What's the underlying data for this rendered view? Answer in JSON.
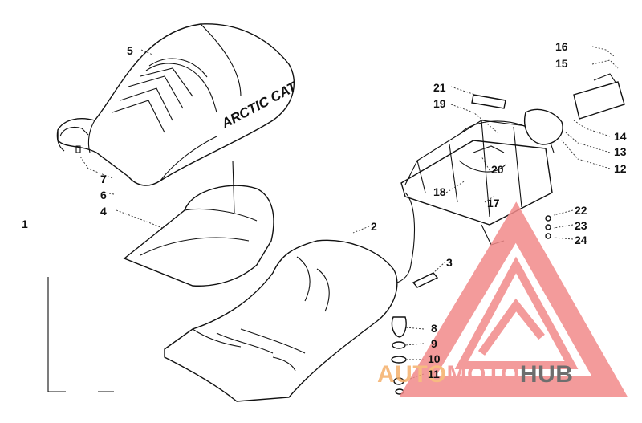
{
  "diagram": {
    "seat_logo": "ARCTIC CAT",
    "callouts": [
      {
        "id": "c1",
        "text": "1"
      },
      {
        "id": "c2",
        "text": "2"
      },
      {
        "id": "c3",
        "text": "3"
      },
      {
        "id": "c4",
        "text": "4"
      },
      {
        "id": "c5",
        "text": "5"
      },
      {
        "id": "c6",
        "text": "6"
      },
      {
        "id": "c7",
        "text": "7"
      },
      {
        "id": "c8",
        "text": "8"
      },
      {
        "id": "c9",
        "text": "9"
      },
      {
        "id": "c10",
        "text": "10"
      },
      {
        "id": "c11",
        "text": "11"
      },
      {
        "id": "c12",
        "text": "12"
      },
      {
        "id": "c13",
        "text": "13"
      },
      {
        "id": "c14",
        "text": "14"
      },
      {
        "id": "c15",
        "text": "15"
      },
      {
        "id": "c16",
        "text": "16"
      },
      {
        "id": "c17",
        "text": "17"
      },
      {
        "id": "c18",
        "text": "18"
      },
      {
        "id": "c19",
        "text": "19"
      },
      {
        "id": "c20",
        "text": "20"
      },
      {
        "id": "c21",
        "text": "21"
      },
      {
        "id": "c22",
        "text": "22"
      },
      {
        "id": "c23",
        "text": "23"
      },
      {
        "id": "c24",
        "text": "24"
      }
    ]
  },
  "watermark": {
    "part1": "AUTO",
    "part2": "MOTO",
    "part3": "HUB",
    "color_primary": "#f28a8a",
    "color_dark": "#555555"
  }
}
